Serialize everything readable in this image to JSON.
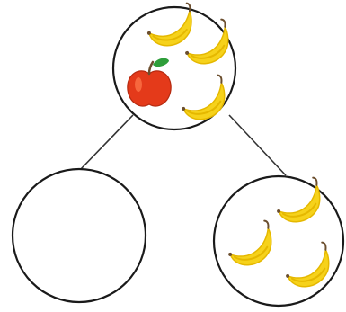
{
  "diagram": {
    "top_circle": {
      "bananas": 3,
      "apples": 1
    },
    "left_circle": {
      "bananas": 0,
      "apples": 0
    },
    "right_circle": {
      "bananas": 3,
      "apples": 0
    }
  },
  "icons": {
    "banana": "banana-icon",
    "apple": "apple-icon"
  },
  "colors": {
    "banana_fill": "#F6D21B",
    "banana_shade": "#E5B800",
    "banana_tip": "#6B4E2E",
    "apple_red": "#E43A1A",
    "apple_highlight": "#FF7A4D",
    "leaf_green": "#2E9E3A",
    "outline": "#1a1a1a",
    "connector": "#333333"
  }
}
